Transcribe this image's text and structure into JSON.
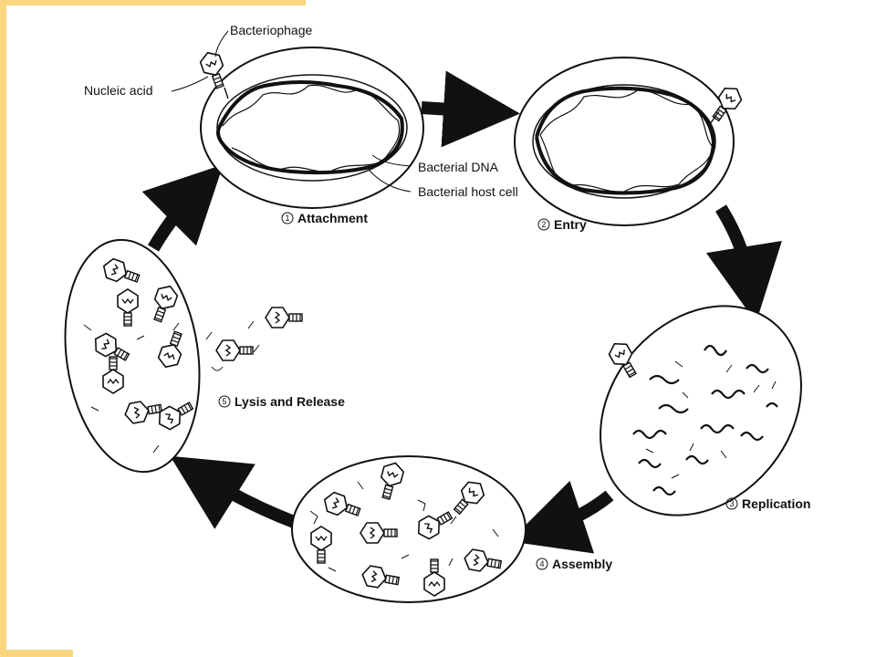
{
  "labels": {
    "bacteriophage": "Bacteriophage",
    "nucleic_acid": "Nucleic acid",
    "bacterial_dna": "Bacterial DNA",
    "bacterial_host_cell": "Bacterial host cell"
  },
  "stages": [
    {
      "num": "1",
      "label": "Attachment"
    },
    {
      "num": "2",
      "label": "Entry"
    },
    {
      "num": "3",
      "label": "Replication"
    },
    {
      "num": "4",
      "label": "Assembly"
    },
    {
      "num": "5",
      "label": "Lysis and Release"
    }
  ],
  "colors": {
    "frame_accent": "#f9d67f",
    "ink": "#111111",
    "background": "#ffffff"
  }
}
